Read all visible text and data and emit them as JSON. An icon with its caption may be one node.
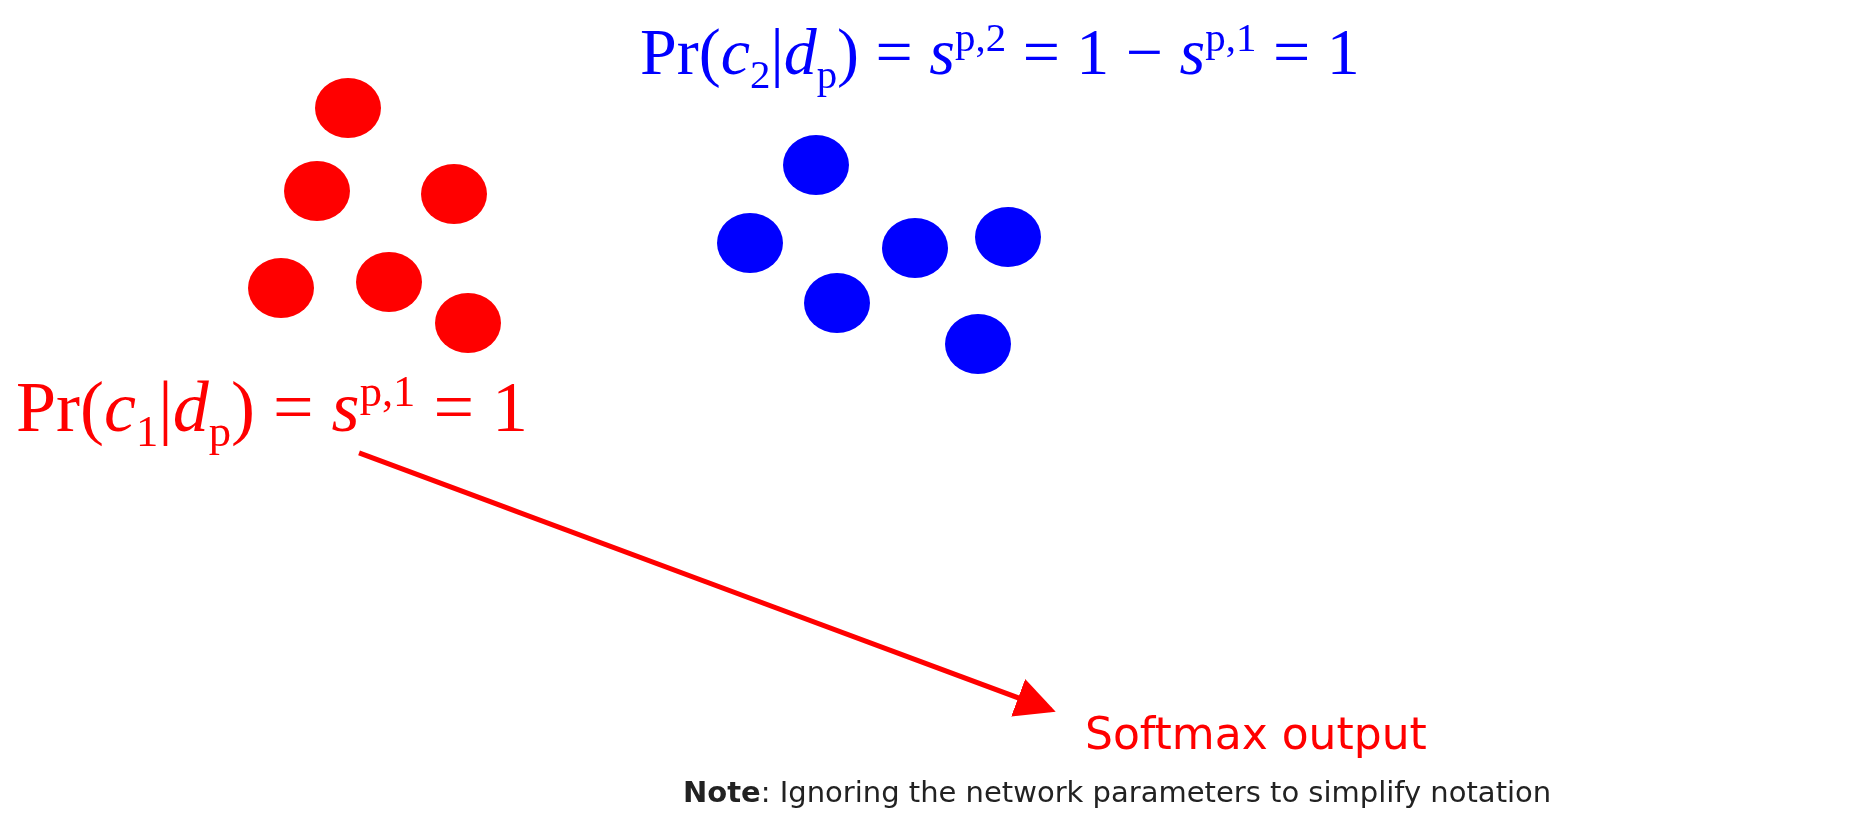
{
  "diagram": {
    "nodes": [
      {
        "text": [
          "Pr(*c*$_{1}$|*d*$_{p}$) = *s*$^{p,1}$ = 1"
        ]
      },
      {
        "text": [
          "Softmax output"
        ]
      }
    ],
    "edges": [
      {
        "from": 0,
        "to": 1,
        "arrow": "to",
        "color": "#ff0000"
      }
    ],
    "labels": [
      "Pr(*c*$_{2}$|*d*$_{p}$) = *s*$^{p,2}$ = 1 − *s*$^{p,1}$ = 1",
      "**Note**: Ignoring the network parameters to simplify notation"
    ]
  }
}
